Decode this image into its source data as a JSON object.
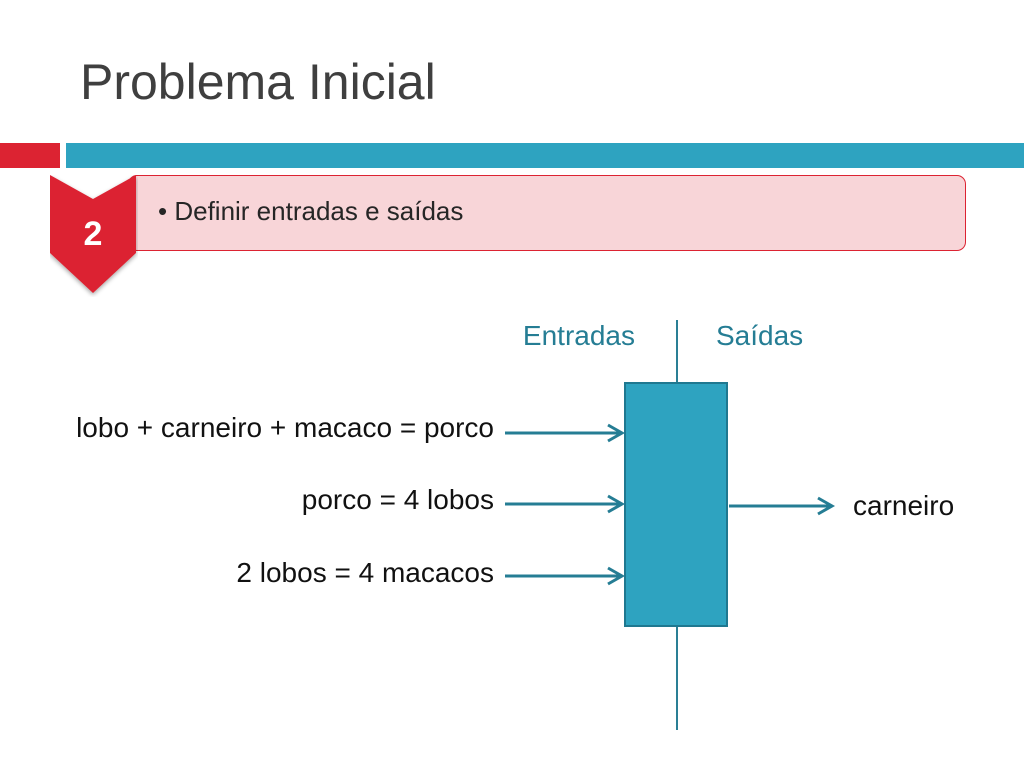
{
  "slide": {
    "title": "Problema Inicial",
    "step_number": "2",
    "bullet": "• Definir entradas e saídas"
  },
  "diagram": {
    "header_inputs": "Entradas",
    "header_outputs": "Saídas",
    "inputs": [
      "lobo + carneiro + macaco = porco",
      "porco = 4 lobos",
      "2 lobos = 4 macacos"
    ],
    "outputs": [
      "carneiro"
    ]
  },
  "colors": {
    "accent_red": "#dc2332",
    "accent_teal": "#2ea3c0",
    "box_fill": "#2ea3c0",
    "box_border": "#1f7890",
    "arrow": "#257d94",
    "header_text": "#257d94",
    "step_box_fill": "#f8d5d8"
  }
}
